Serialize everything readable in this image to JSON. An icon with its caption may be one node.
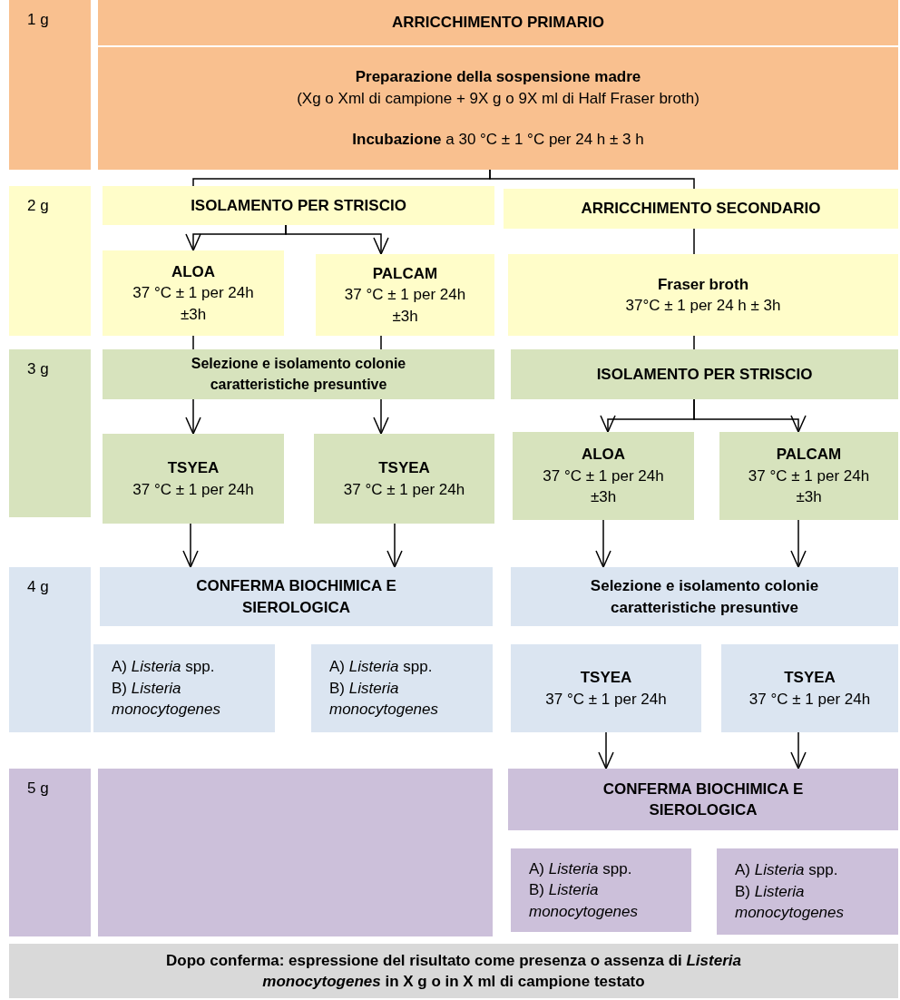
{
  "diagram": {
    "nodes": [
      {
        "text": [
          "1 g"
        ]
      },
      {
        "text": [
          "ARRICCHIMENTO PRIMARIO"
        ]
      },
      {
        "text": [
          "Preparazione della sospensione madre",
          "(Xg o Xml di campione + 9X g o 9X ml di Half Fraser broth)",
          "**Incubazione** a 30 °C ± 1 °C per 24 h ± 3 h"
        ]
      },
      {
        "text": [
          "2 g"
        ]
      },
      {
        "text": [
          "ISOLAMENTO PER STRISCIO"
        ]
      },
      {
        "text": [
          "ARRICCHIMENTO SECONDARIO"
        ]
      },
      {
        "text": [
          "ALOA",
          "37 °C ± 1 per 24h ±3h"
        ]
      },
      {
        "text": [
          "PALCAM",
          "37 °C ± 1 per 24h ±3h"
        ]
      },
      {
        "text": [
          "Fraser broth",
          "37°C ± 1 per 24 h ± 3h"
        ]
      },
      {
        "text": [
          "3 g"
        ]
      },
      {
        "text": [
          "Selezione e isolamento colonie caratteristiche presuntive"
        ]
      },
      {
        "text": [
          "ISOLAMENTO PER STRISCIO"
        ]
      },
      {
        "text": [
          "TSYEA",
          "37 °C ± 1 per 24h"
        ]
      },
      {
        "text": [
          "TSYEA",
          "37 °C ± 1 per 24h"
        ]
      },
      {
        "text": [
          "ALOA",
          "37 °C ± 1 per 24h ±3h"
        ]
      },
      {
        "text": [
          "PALCAM",
          "37 °C ± 1 per 24h ±3h"
        ]
      },
      {
        "text": [
          "4 g"
        ]
      },
      {
        "text": [
          "CONFERMA BIOCHIMICA E SIEROLOGICA"
        ]
      },
      {
        "text": [
          "Selezione e isolamento colonie caratteristiche presuntive"
        ]
      },
      {
        "text": [
          "A) *Listeria* spp.",
          "B) *Listeria monocytogenes*"
        ]
      },
      {
        "text": [
          "A) *Listeria* spp.",
          "B) *Listeria monocytogenes*"
        ]
      },
      {
        "text": [
          "TSYEA",
          "37 °C ± 1 per 24h"
        ]
      },
      {
        "text": [
          "TSYEA",
          "37 °C ± 1 per 24h"
        ]
      },
      {
        "text": [
          "5 g"
        ]
      },
      {
        "text": [],
        "shape": "box"
      },
      {
        "text": [
          "CONFERMA BIOCHIMICA E SIEROLOGICA"
        ]
      },
      {
        "text": [
          "A) *Listeria* spp.",
          "B) *Listeria monocytogenes*"
        ]
      },
      {
        "text": [
          "A) *Listeria* spp.",
          "B) *Listeria monocytogenes*"
        ]
      },
      {
        "text": [
          "Dopo conferma: espressione del risultato come presenza o assenza di *Listeria monocytogenes* in X g o in X ml di campione testato"
        ]
      }
    ],
    "edges": [
      {
        "from": 2,
        "to": 4,
        "arrow": "none"
      },
      {
        "from": 2,
        "to": 5,
        "arrow": "none"
      },
      {
        "from": 4,
        "to": 6,
        "arrow": "to"
      },
      {
        "from": 4,
        "to": 7,
        "arrow": "to"
      },
      {
        "from": 5,
        "to": 8,
        "arrow": "none"
      },
      {
        "from": 6,
        "to": 10,
        "arrow": "none"
      },
      {
        "from": 7,
        "to": 10,
        "arrow": "none"
      },
      {
        "from": 8,
        "to": 11,
        "arrow": "none"
      },
      {
        "from": 10,
        "to": 12,
        "arrow": "to"
      },
      {
        "from": 10,
        "to": 13,
        "arrow": "to"
      },
      {
        "from": 11,
        "to": 14,
        "arrow": "to"
      },
      {
        "from": 11,
        "to": 15,
        "arrow": "to"
      },
      {
        "from": 12,
        "to": 17,
        "arrow": "to"
      },
      {
        "from": 13,
        "to": 17,
        "arrow": "to"
      },
      {
        "from": 14,
        "to": 18,
        "arrow": "to"
      },
      {
        "from": 15,
        "to": 18,
        "arrow": "to"
      },
      {
        "from": 21,
        "to": 25,
        "arrow": "to"
      },
      {
        "from": 22,
        "to": 25,
        "arrow": "to"
      }
    ]
  }
}
